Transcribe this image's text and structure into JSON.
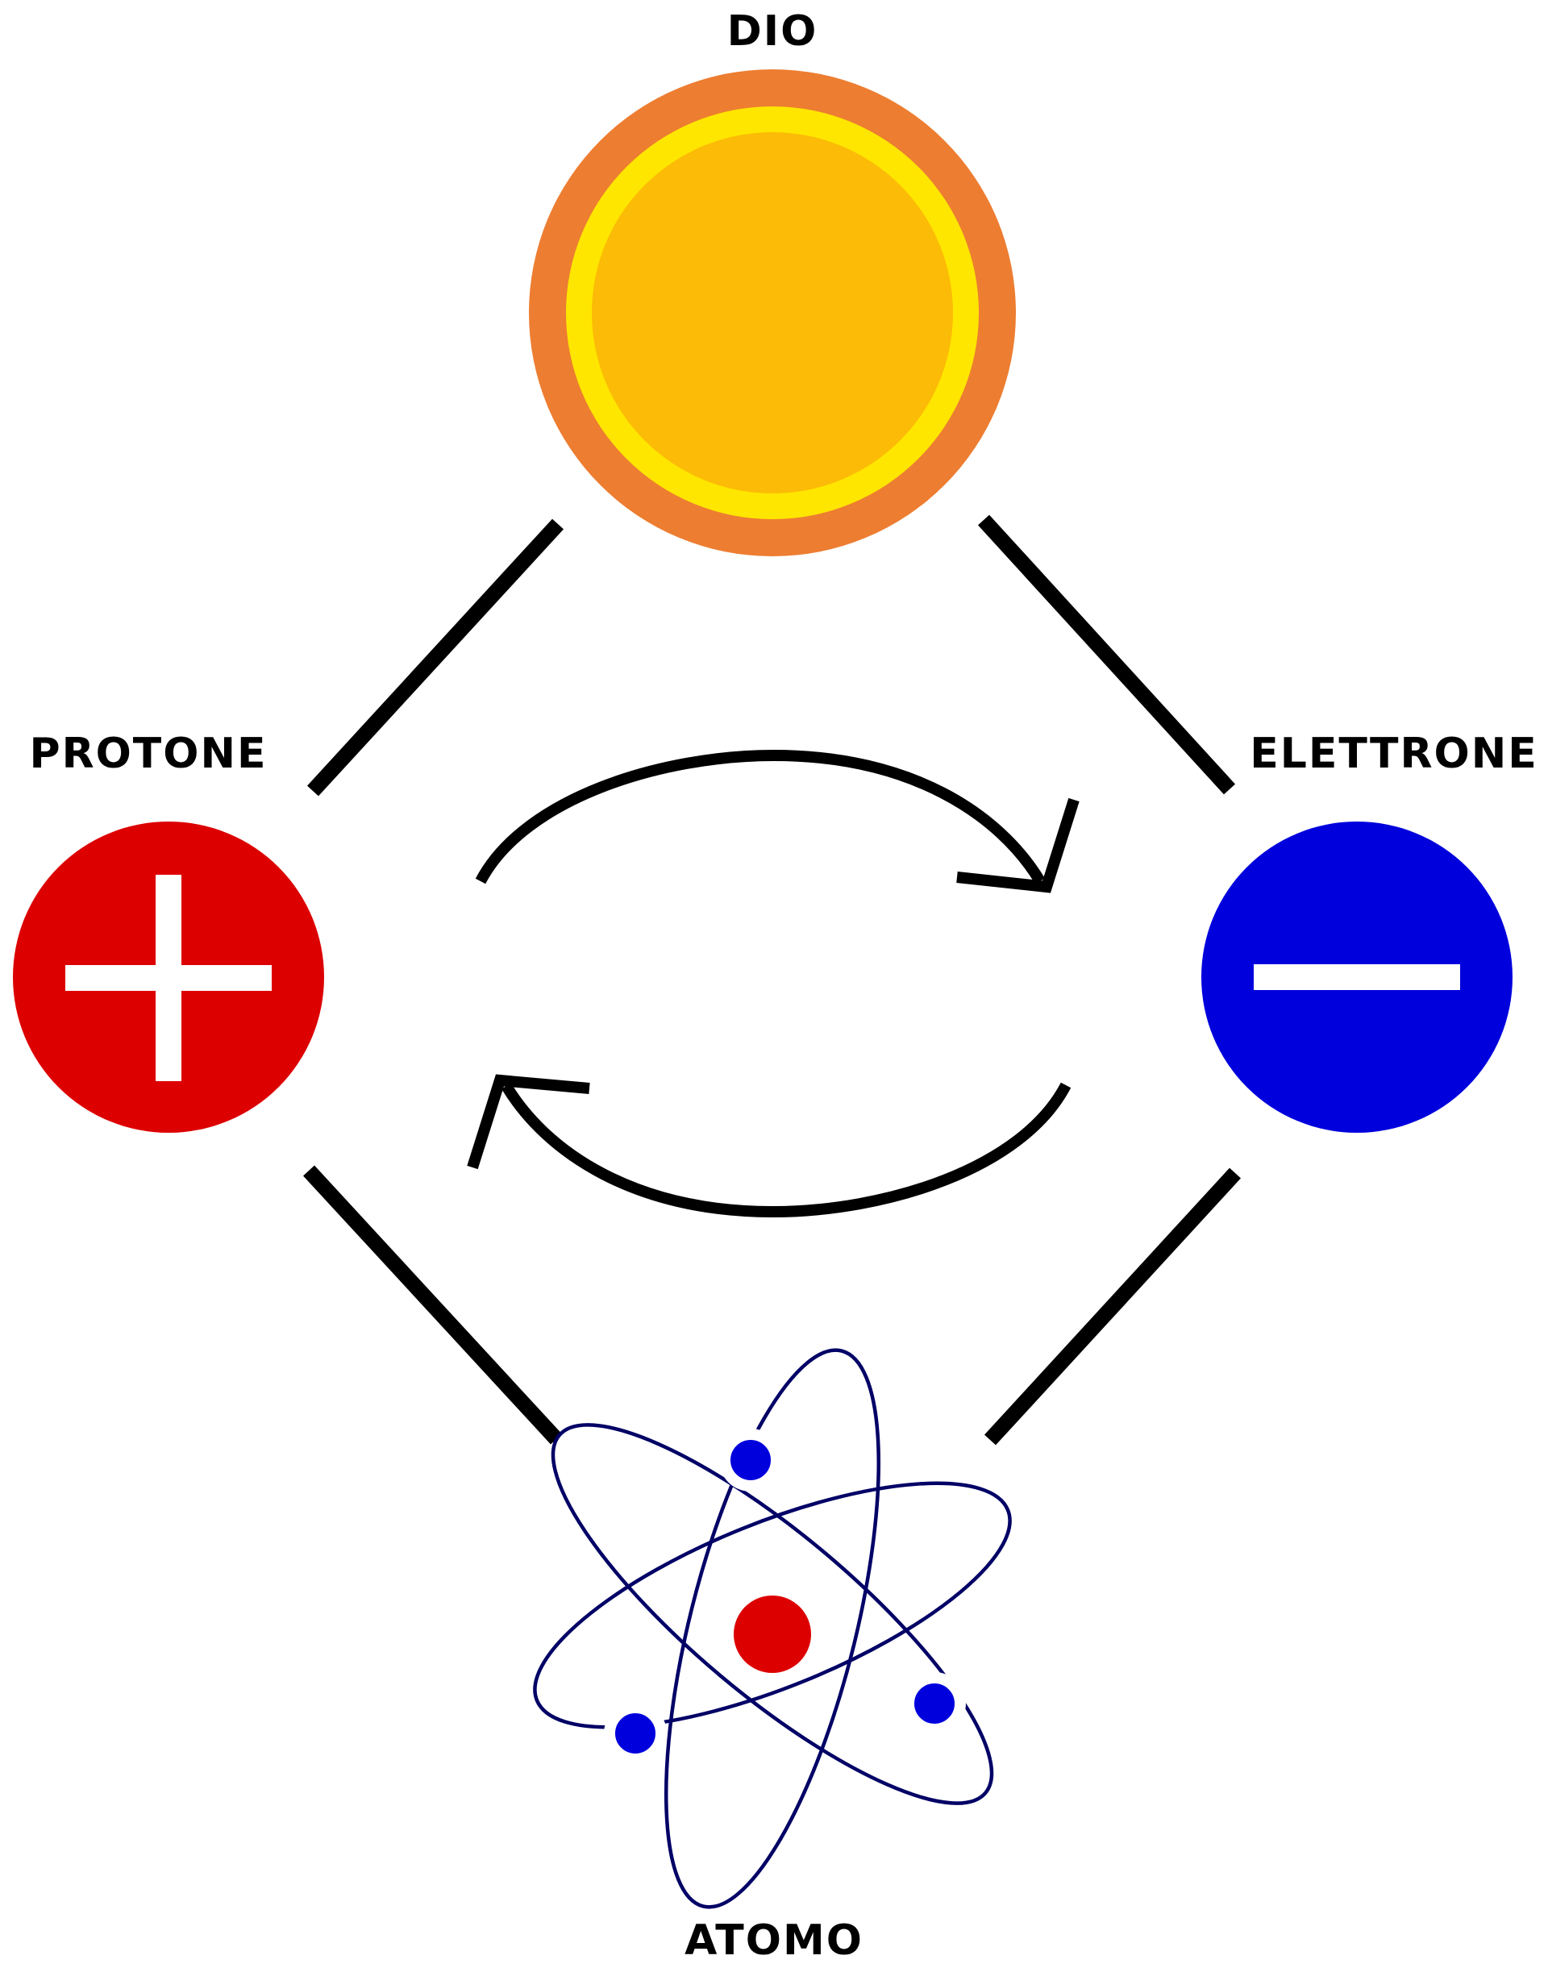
{
  "labels": {
    "top": "DIO",
    "left": "PROTONE",
    "right": "ELETTRONE",
    "bottom": "ATOMO"
  },
  "colors": {
    "sun_outer": "#ED7D31",
    "sun_ring": "#FFE600",
    "sun_core": "#FCBB06",
    "proton": "#DD0000",
    "electron": "#0000DD",
    "nucleus": "#DD0000",
    "orbit": "#000066",
    "line": "#000000",
    "sign": "#FFFFFF"
  },
  "icons": {
    "top": "sun-icon",
    "left": "plus-icon",
    "right": "minus-icon",
    "bottom": "atom-icon"
  }
}
